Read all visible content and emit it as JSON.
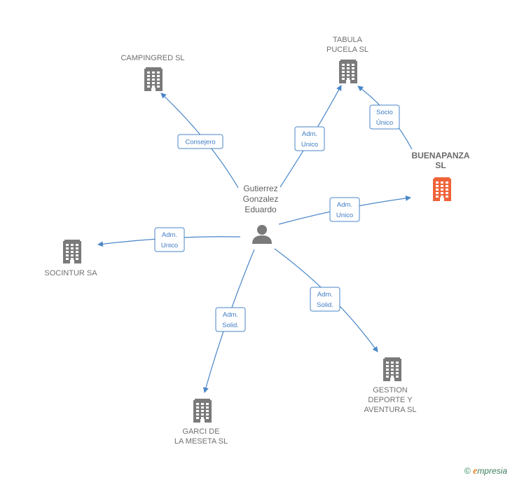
{
  "colors": {
    "edge": "#4a86c8",
    "building_default": "#7a7a7a",
    "building_highlight": "#f0633a",
    "person": "#7a7a7a"
  },
  "person": {
    "name_lines": [
      "Gutierrez",
      "Gonzalez",
      "Eduardo"
    ],
    "icon": "person-icon"
  },
  "companies": [
    {
      "id": "campingred",
      "lines": [
        "CAMPINGRED SL"
      ],
      "icon": "building-icon",
      "highlight": false
    },
    {
      "id": "tabula",
      "lines": [
        "TABULA",
        "PUCELA  SL"
      ],
      "icon": "building-icon",
      "highlight": false
    },
    {
      "id": "buenapanza",
      "lines": [
        "BUENAPANZA",
        "SL"
      ],
      "icon": "building-icon",
      "highlight": true
    },
    {
      "id": "socintur",
      "lines": [
        "SOCINTUR SA"
      ],
      "icon": "building-icon",
      "highlight": false
    },
    {
      "id": "gestion",
      "lines": [
        "GESTION",
        "DEPORTE Y",
        "AVENTURA SL"
      ],
      "icon": "building-icon",
      "highlight": false
    },
    {
      "id": "garci",
      "lines": [
        "GARCI DE",
        "LA MESETA SL"
      ],
      "icon": "building-icon",
      "highlight": false
    }
  ],
  "relations": [
    {
      "from": "person",
      "to": "campingred",
      "label": [
        "Consejero"
      ]
    },
    {
      "from": "person",
      "to": "tabula",
      "label": [
        "Adm.",
        "Unico"
      ]
    },
    {
      "from": "buenapanza",
      "to": "tabula",
      "label": [
        "Socio",
        "Único"
      ]
    },
    {
      "from": "person",
      "to": "buenapanza",
      "label": [
        "Adm.",
        "Unico"
      ]
    },
    {
      "from": "person",
      "to": "socintur",
      "label": [
        "Adm.",
        "Unico"
      ]
    },
    {
      "from": "person",
      "to": "gestion",
      "label": [
        "Adm.",
        "Solid."
      ]
    },
    {
      "from": "person",
      "to": "garci",
      "label": [
        "Adm.",
        "Solid."
      ]
    }
  ],
  "watermark": {
    "copyright": "©",
    "brand_initial": "e",
    "brand_rest": "mpresia"
  }
}
